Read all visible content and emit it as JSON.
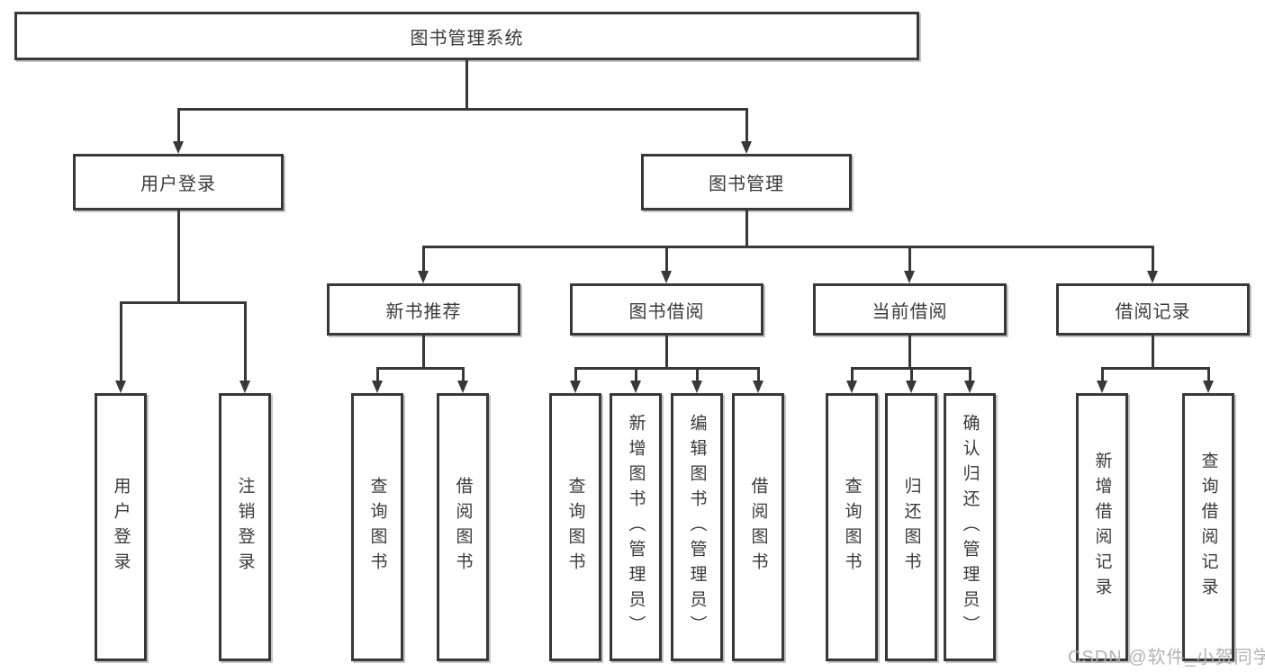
{
  "root": {
    "label": "图书管理系统"
  },
  "branches": [
    {
      "label": "用户登录",
      "children": [
        {
          "label": "用户登录"
        },
        {
          "label": "注销登录"
        }
      ]
    },
    {
      "label": "图书管理",
      "children": [
        {
          "label": "新书推荐",
          "children": [
            {
              "label": "查询图书"
            },
            {
              "label": "借阅图书"
            }
          ]
        },
        {
          "label": "图书借阅",
          "children": [
            {
              "label": "查询图书"
            },
            {
              "label": "新增图书（管理员）"
            },
            {
              "label": "编辑图书（管理员）"
            },
            {
              "label": "借阅图书"
            }
          ]
        },
        {
          "label": "当前借阅",
          "children": [
            {
              "label": "查询图书"
            },
            {
              "label": "归还图书"
            },
            {
              "label": "确认归还（管理员）"
            }
          ]
        },
        {
          "label": "借阅记录",
          "children": [
            {
              "label": "新增借阅记录"
            },
            {
              "label": "查询借阅记录"
            }
          ]
        }
      ]
    }
  ],
  "watermark": "CSDN @软件_小贺同学",
  "colors": {
    "line": "#383838",
    "text": "#3a3a3a",
    "box_background": "#ffffff",
    "watermark": "#afafaf"
  }
}
